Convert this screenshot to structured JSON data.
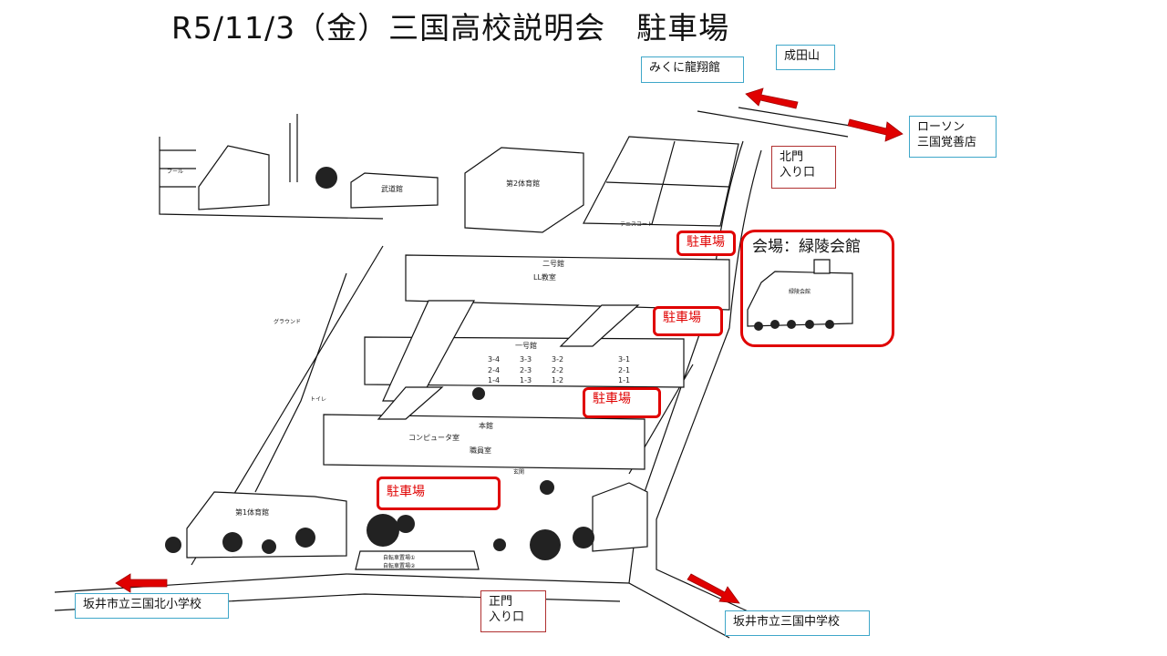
{
  "title": "R5/11/3（金）三国高校説明会　駐車場",
  "landmarks": {
    "ryushokan": "みくに龍翔館",
    "naritasan": "成田山",
    "lawson_line1": "ローソン",
    "lawson_line2": "三国覚善店",
    "north_school": "坂井市立三国北小学校",
    "junior_high": "坂井市立三国中学校"
  },
  "gates": {
    "north_line1": "北門",
    "north_line2": "入り口",
    "main_line1": "正門",
    "main_line2": "入り口"
  },
  "parking": [
    "駐車場",
    "駐車場",
    "駐車場",
    "駐車場"
  ],
  "venue": {
    "label": "会場：緑陵会館",
    "building": "緑陵会館"
  },
  "map_labels": {
    "gym2": "第2体育館",
    "budokan": "武道館",
    "gym1": "第1体育館",
    "tennis": "テニスコート",
    "bldg2": "二号館",
    "bldg1": "一号館",
    "main": "本館",
    "pool": "プール",
    "ground": "グラウンド",
    "toilet": "トイレ",
    "entrance": "玄関",
    "bicycle1": "自転車置場①",
    "bicycle2": "自転車置場②",
    "ll": "LL教室",
    "staff": "職員室",
    "computer": "コンピュータ室",
    "classes3": [
      "3-4",
      "3-3",
      "3-2",
      "3-1"
    ],
    "classes2": [
      "2-4",
      "2-3",
      "2-2",
      "2-1"
    ],
    "classes1": [
      "1-4",
      "1-3",
      "1-2",
      "1-1"
    ]
  },
  "colors": {
    "accent": "#e00000",
    "box_border": "#3fa7c9"
  }
}
